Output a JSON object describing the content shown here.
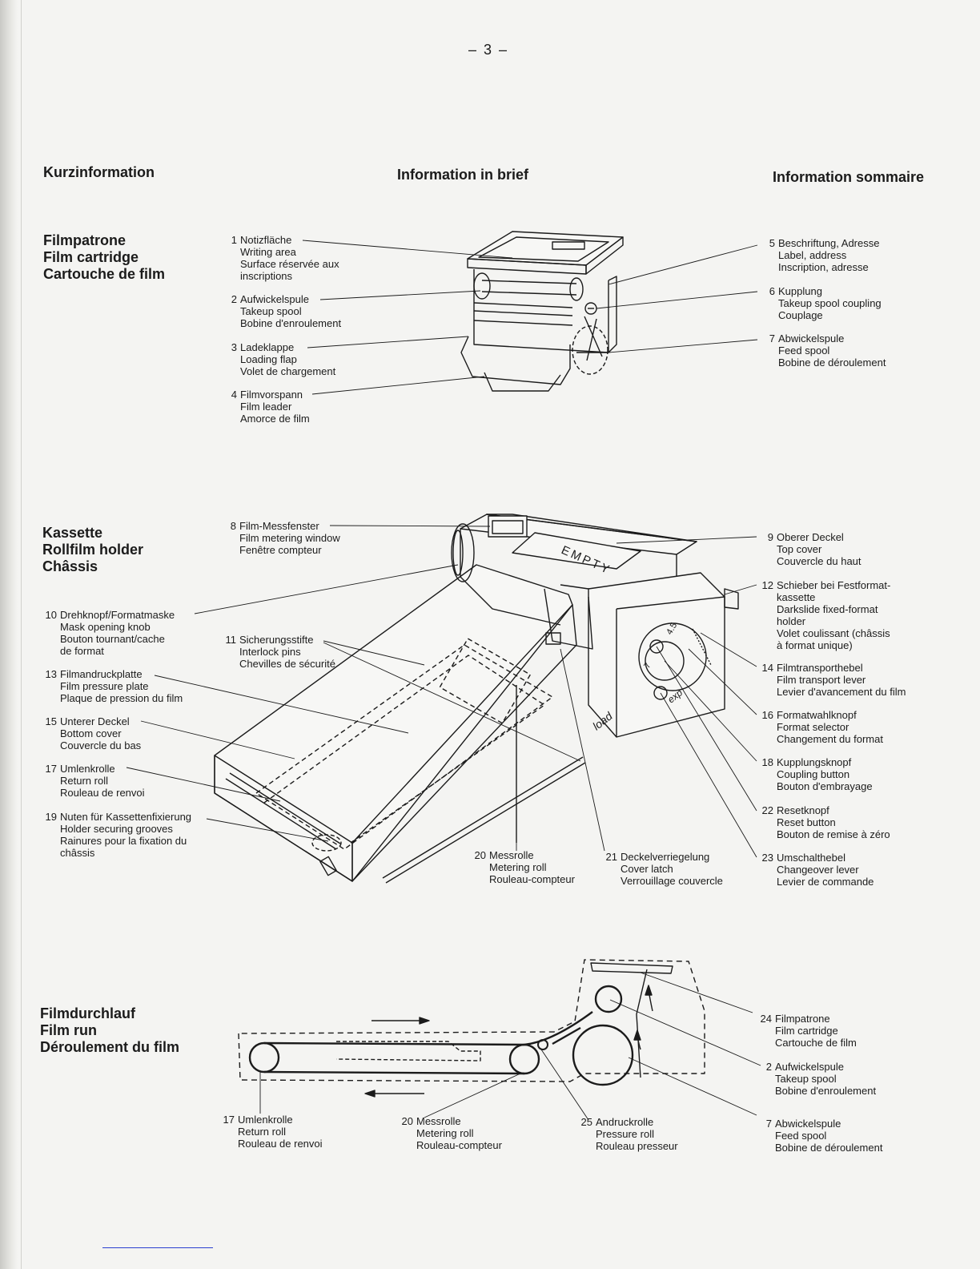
{
  "page_number": "– 3 –",
  "headings": {
    "de": "Kurzinformation",
    "en": "Information in brief",
    "fr": "Information sommaire"
  },
  "sections": {
    "cartridge": [
      "Filmpatrone",
      "Film cartridge",
      "Cartouche de film"
    ],
    "holder": [
      "Kassette",
      "Rollfilm holder",
      "Châssis"
    ],
    "filmrun": [
      "Filmdurchlauf",
      "Film run",
      "Déroulement du film"
    ]
  },
  "cartridge_labels": [
    {
      "num": "1",
      "lines": [
        "Notizfläche",
        "Writing area",
        "Surface réservée aux",
        "inscriptions"
      ]
    },
    {
      "num": "2",
      "lines": [
        "Aufwickelspule",
        "Takeup spool",
        "Bobine d'enroulement"
      ]
    },
    {
      "num": "3",
      "lines": [
        "Ladeklappe",
        "Loading flap",
        "Volet de chargement"
      ]
    },
    {
      "num": "4",
      "lines": [
        "Filmvorspann",
        "Film leader",
        "Amorce de film"
      ]
    },
    {
      "num": "5",
      "lines": [
        "Beschriftung, Adresse",
        "Label, address",
        "Inscription, adresse"
      ]
    },
    {
      "num": "6",
      "lines": [
        "Kupplung",
        "Takeup spool coupling",
        "Couplage"
      ]
    },
    {
      "num": "7",
      "lines": [
        "Abwickelspule",
        "Feed spool",
        "Bobine de déroulement"
      ]
    }
  ],
  "holder_labels": [
    {
      "num": "8",
      "lines": [
        "Film-Messfenster",
        "Film metering window",
        "Fenêtre compteur"
      ]
    },
    {
      "num": "9",
      "lines": [
        "Oberer Deckel",
        "Top cover",
        "Couvercle du haut"
      ]
    },
    {
      "num": "10",
      "lines": [
        "Drehknopf/Formatmaske",
        "Mask opening knob",
        "Bouton tournant/cache",
        "de format"
      ]
    },
    {
      "num": "11",
      "lines": [
        "Sicherungsstifte",
        "Interlock pins",
        "Chevilles de sécurité"
      ]
    },
    {
      "num": "12",
      "lines": [
        "Schieber bei Festformat-",
        "kassette",
        "Darkslide fixed-format",
        "holder",
        "Volet coulissant (châssis",
        "à format unique)"
      ]
    },
    {
      "num": "13",
      "lines": [
        "Filmandruckplatte",
        "Film pressure plate",
        "Plaque de pression du film"
      ]
    },
    {
      "num": "14",
      "lines": [
        "Filmtransporthebel",
        "Film transport lever",
        "Levier d'avancement du film"
      ]
    },
    {
      "num": "15",
      "lines": [
        "Unterer Deckel",
        "Bottom cover",
        "Couvercle du bas"
      ]
    },
    {
      "num": "16",
      "lines": [
        "Formatwahlknopf",
        "Format selector",
        "Changement du format"
      ]
    },
    {
      "num": "17",
      "lines": [
        "Umlenkrolle",
        "Return roll",
        "Rouleau de renvoi"
      ]
    },
    {
      "num": "18",
      "lines": [
        "Kupplungsknopf",
        "Coupling button",
        "Bouton d'embrayage"
      ]
    },
    {
      "num": "19",
      "lines": [
        "Nuten für Kassettenfixierung",
        "Holder securing grooves",
        "Rainures pour la fixation du",
        "châssis"
      ]
    },
    {
      "num": "20",
      "lines": [
        "Messrolle",
        "Metering roll",
        "Rouleau-compteur"
      ]
    },
    {
      "num": "21",
      "lines": [
        "Deckelverriegelung",
        "Cover latch",
        "Verrouillage couvercle"
      ]
    },
    {
      "num": "22",
      "lines": [
        "Resetknopf",
        "Reset button",
        "Bouton de remise à zéro"
      ]
    },
    {
      "num": "23",
      "lines": [
        "Umschalthebel",
        "Changeover lever",
        "Levier de commande"
      ]
    }
  ],
  "holder_markings": {
    "empty": "EMPTY",
    "load": "load",
    "exp": "exp",
    "f1": "7",
    "f2": "4.5"
  },
  "filmrun_labels": [
    {
      "num": "24",
      "lines": [
        "Filmpatrone",
        "Film cartridge",
        "Cartouche de film"
      ]
    },
    {
      "num": "2",
      "lines": [
        "Aufwickelspule",
        "Takeup spool",
        "Bobine d'enroulement"
      ]
    },
    {
      "num": "7",
      "lines": [
        "Abwickelspule",
        "Feed spool",
        "Bobine de déroulement"
      ]
    },
    {
      "num": "17",
      "lines": [
        "Umlenkrolle",
        "Return roll",
        "Rouleau de renvoi"
      ]
    },
    {
      "num": "20",
      "lines": [
        "Messrolle",
        "Metering roll",
        "Rouleau-compteur"
      ]
    },
    {
      "num": "25",
      "lines": [
        "Andruckrolle",
        "Pressure roll",
        "Rouleau presseur"
      ]
    }
  ]
}
